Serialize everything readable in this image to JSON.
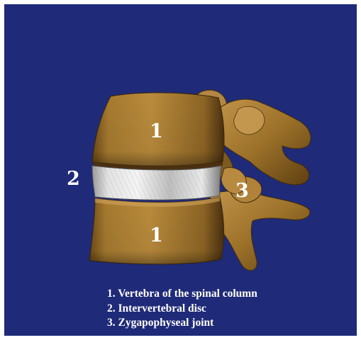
{
  "labels": {
    "vertebra_upper": "1",
    "vertebra_lower": "1",
    "disc": "2",
    "joint": "3"
  },
  "legend": [
    "1. Vertebra of the spinal column",
    "2. Intervertebral disc",
    "3. Zygapophyseal joint"
  ],
  "colors": {
    "background": "#1f2a78",
    "bone": "#a97f32",
    "bone_shadow": "#5a3c12",
    "disc": "#d8d8d8",
    "text": "#ffffff"
  }
}
